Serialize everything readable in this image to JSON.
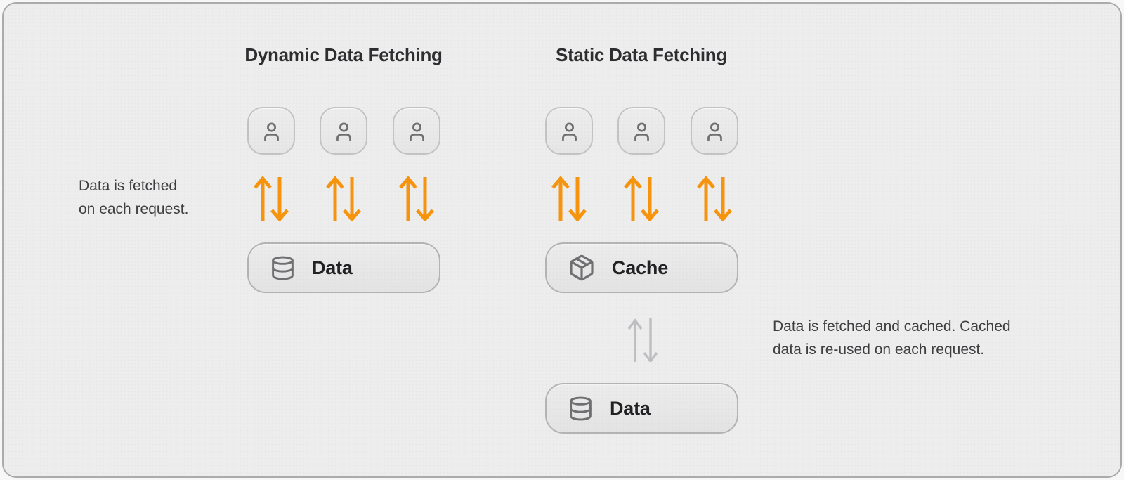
{
  "left_panel": {
    "title": "Dynamic Data Fetching",
    "caption": {
      "line1": "Data is fetched",
      "line2": "on each request."
    },
    "users_count": 3,
    "data_box_label": "Data"
  },
  "right_panel": {
    "title": "Static Data Fetching",
    "caption": {
      "line1": "Data is fetched and cached. Cached",
      "line2": "data is re-used on each request."
    },
    "users_count": 3,
    "cache_box_label": "Cache",
    "data_box_label": "Data"
  },
  "icons": {
    "user_tile": "user-icon",
    "data_box": "database-icon",
    "cache_box": "package-icon",
    "request_flow": "up-down-arrows-icon"
  },
  "colors": {
    "frame_bg": "#ededee",
    "frame_border": "#a9abad",
    "arrow_active": "#f6940e",
    "arrow_muted": "#bfbfc1",
    "icon_stroke": "#6f6f71",
    "label_text": "#212123",
    "caption_text": "#3e3e40"
  }
}
